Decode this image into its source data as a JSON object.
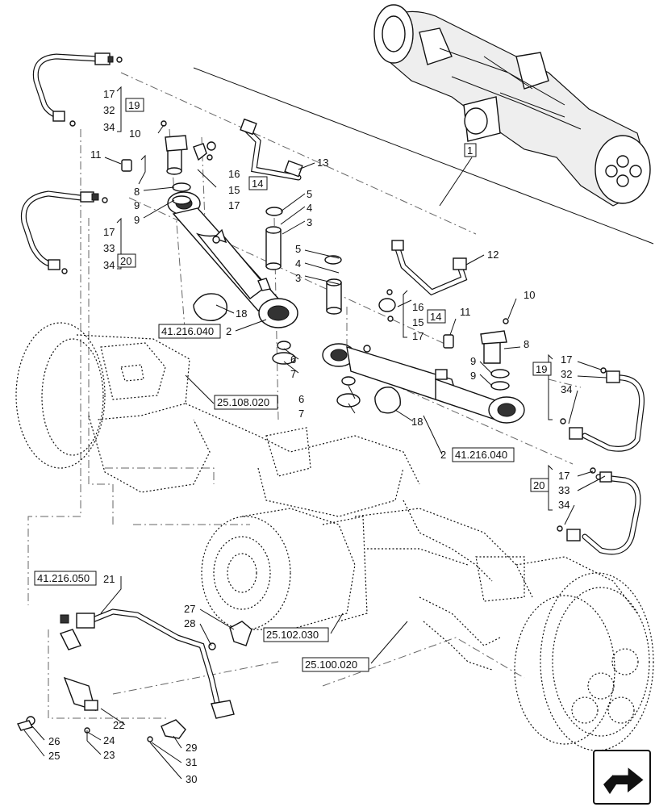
{
  "callouts": [
    {
      "n": "17"
    },
    {
      "n": "32"
    },
    {
      "n": "34"
    },
    {
      "n": "10"
    },
    {
      "n": "11"
    },
    {
      "n": "8"
    },
    {
      "n": "9"
    },
    {
      "n": "9"
    },
    {
      "n": "16"
    },
    {
      "n": "15"
    },
    {
      "n": "17"
    },
    {
      "n": "13"
    },
    {
      "n": "5"
    },
    {
      "n": "4"
    },
    {
      "n": "3"
    },
    {
      "n": "17"
    },
    {
      "n": "33"
    },
    {
      "n": "34"
    },
    {
      "n": "18"
    },
    {
      "n": "2"
    },
    {
      "n": "5"
    },
    {
      "n": "4"
    },
    {
      "n": "3"
    },
    {
      "n": "12"
    },
    {
      "n": "16"
    },
    {
      "n": "15"
    },
    {
      "n": "17"
    },
    {
      "n": "11"
    },
    {
      "n": "10"
    },
    {
      "n": "8"
    },
    {
      "n": "9"
    },
    {
      "n": "9"
    },
    {
      "n": "6"
    },
    {
      "n": "7"
    },
    {
      "n": "6"
    },
    {
      "n": "7"
    },
    {
      "n": "18"
    },
    {
      "n": "2"
    },
    {
      "n": "17"
    },
    {
      "n": "32"
    },
    {
      "n": "34"
    },
    {
      "n": "17"
    },
    {
      "n": "33"
    },
    {
      "n": "34"
    },
    {
      "n": "21"
    },
    {
      "n": "27"
    },
    {
      "n": "28"
    },
    {
      "n": "22"
    },
    {
      "n": "26"
    },
    {
      "n": "25"
    },
    {
      "n": "24"
    },
    {
      "n": "23"
    },
    {
      "n": "29"
    },
    {
      "n": "31"
    },
    {
      "n": "30"
    }
  ],
  "boxed_items": [
    "19",
    "14",
    "20",
    "14",
    "19",
    "20",
    "1"
  ],
  "references": [
    "41.216.040",
    "25.108.020",
    "41.216.040",
    "41.216.050",
    "25.102.030",
    "25.100.020"
  ]
}
